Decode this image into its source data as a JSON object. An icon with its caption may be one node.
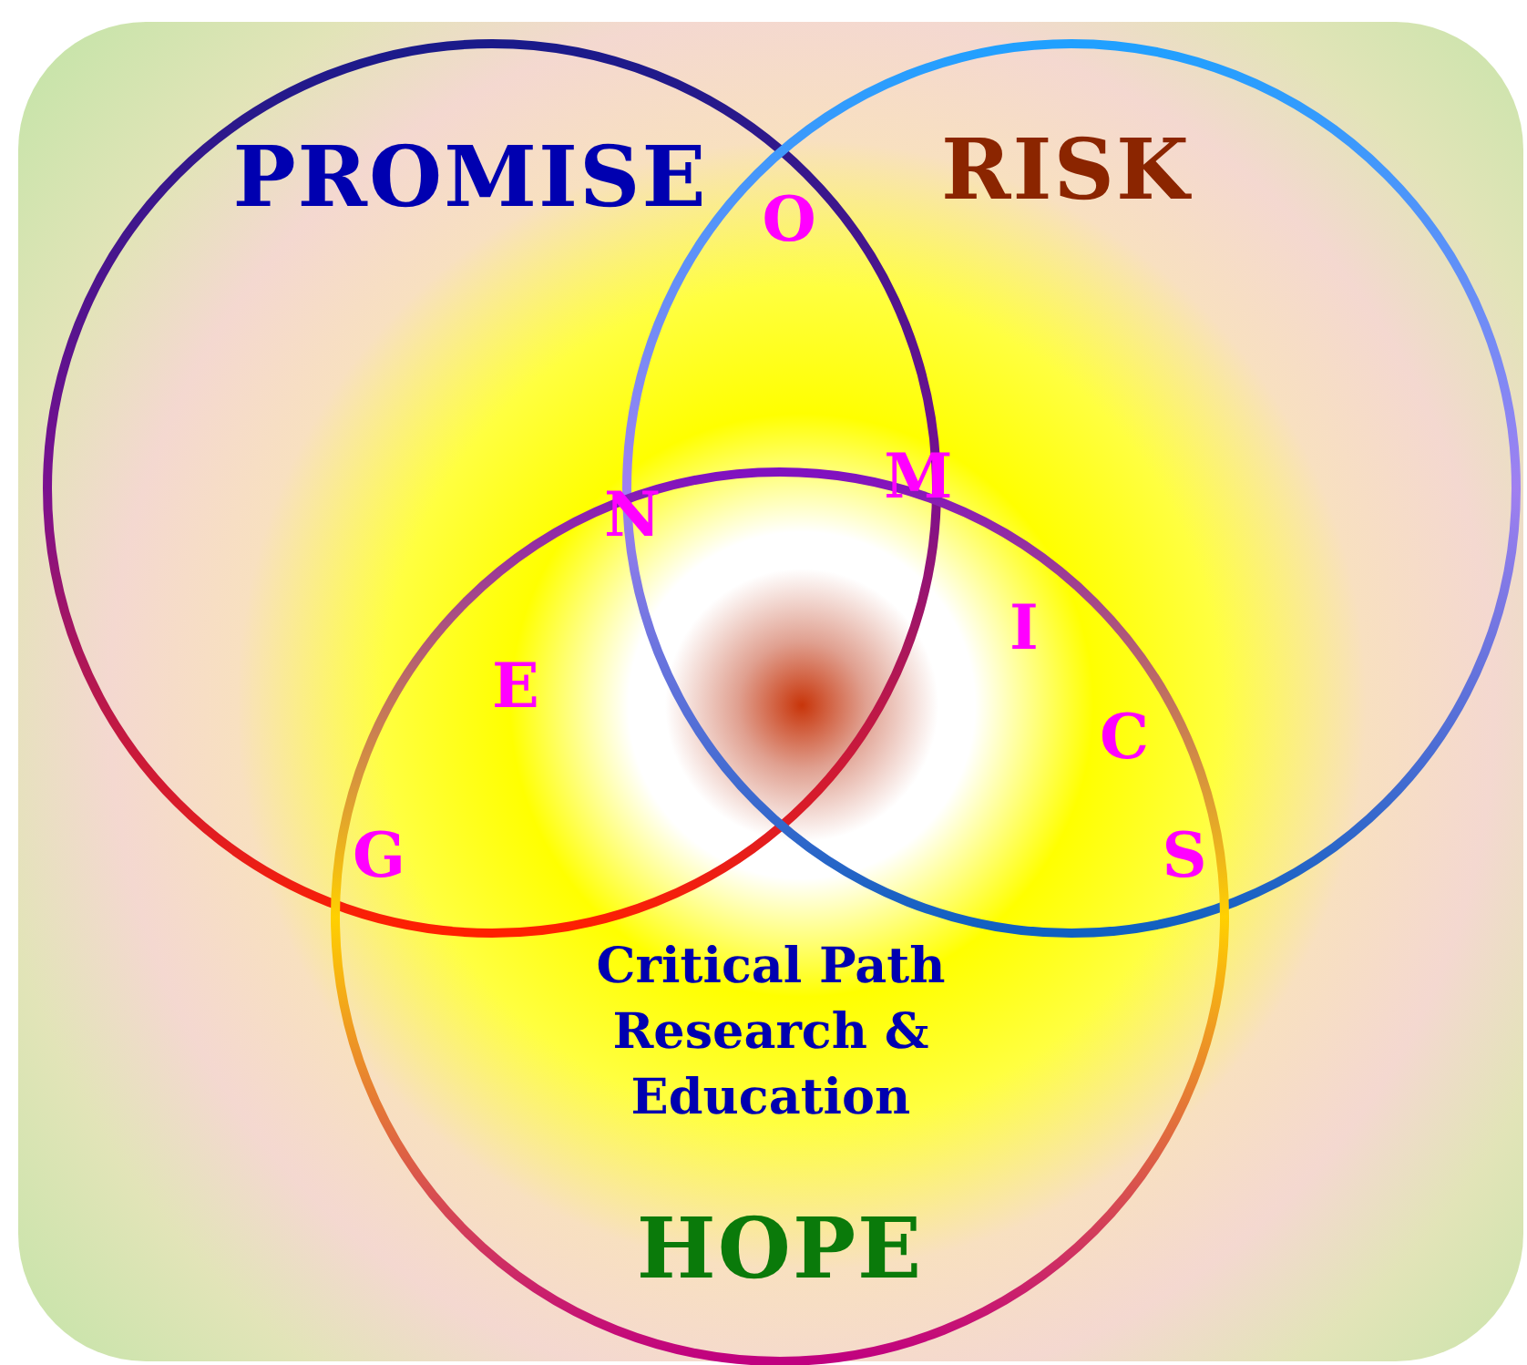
{
  "diagram": {
    "nodes": [
      {
        "text": [
          "PROMISE"
        ]
      },
      {
        "text": [
          "RISK"
        ]
      },
      {
        "text": [
          "Critical Path Research & Education",
          "HOPE"
        ]
      }
    ],
    "labels": [
      "G",
      "E",
      "N",
      "O",
      "M",
      "I",
      "C",
      "S"
    ]
  }
}
